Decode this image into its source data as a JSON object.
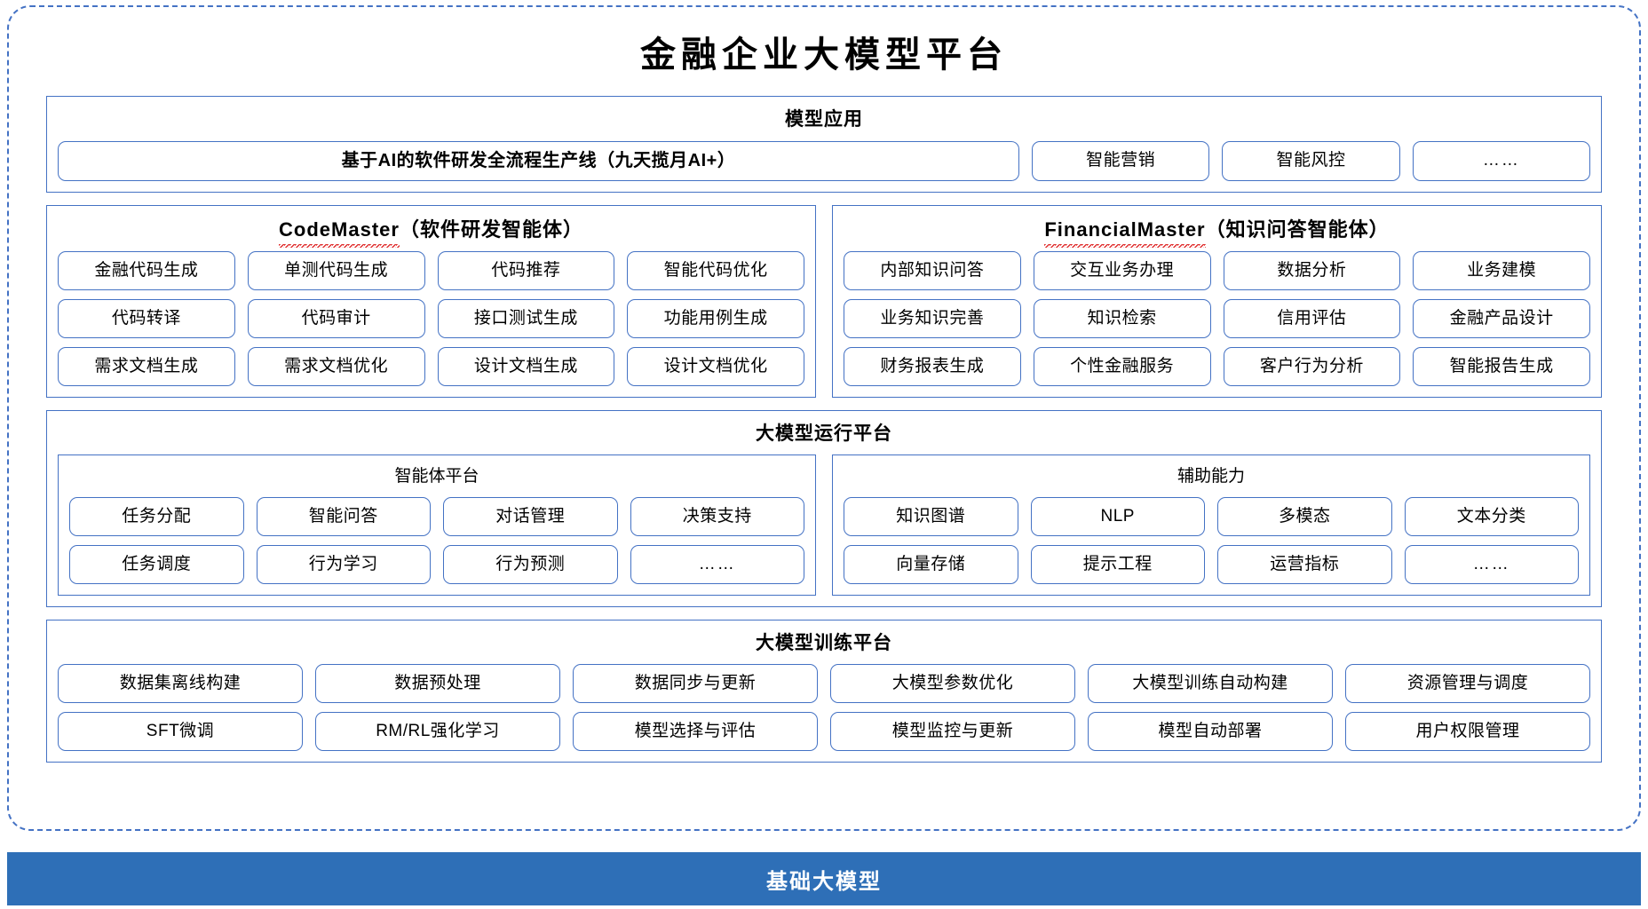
{
  "title": "金融企业大模型平台",
  "model_application": {
    "title": "模型应用",
    "items": [
      "基于AI的软件研发全流程生产线（九天揽月AI+）",
      "智能营销",
      "智能风控",
      "……"
    ]
  },
  "agents": [
    {
      "name_en": "CodeMaster",
      "name_cn": "（软件研发智能体）",
      "rows": [
        [
          "金融代码生成",
          "单测代码生成",
          "代码推荐",
          "智能代码优化"
        ],
        [
          "代码转译",
          "代码审计",
          "接口测试生成",
          "功能用例生成"
        ],
        [
          "需求文档生成",
          "需求文档优化",
          "设计文档生成",
          "设计文档优化"
        ]
      ]
    },
    {
      "name_en": "FinancialMaster",
      "name_cn": "（知识问答智能体）",
      "rows": [
        [
          "内部知识问答",
          "交互业务办理",
          "数据分析",
          "业务建模"
        ],
        [
          "业务知识完善",
          "知识检索",
          "信用评估",
          "金融产品设计"
        ],
        [
          "财务报表生成",
          "个性金融服务",
          "客户行为分析",
          "智能报告生成"
        ]
      ]
    }
  ],
  "runtime_platform": {
    "title": "大模型运行平台",
    "columns": [
      {
        "title": "智能体平台",
        "rows": [
          [
            "任务分配",
            "智能问答",
            "对话管理",
            "决策支持"
          ],
          [
            "任务调度",
            "行为学习",
            "行为预测",
            "……"
          ]
        ]
      },
      {
        "title": "辅助能力",
        "rows": [
          [
            "知识图谱",
            "NLP",
            "多模态",
            "文本分类"
          ],
          [
            "向量存储",
            "提示工程",
            "运营指标",
            "……"
          ]
        ]
      }
    ]
  },
  "training_platform": {
    "title": "大模型训练平台",
    "rows": [
      [
        "数据集离线构建",
        "数据预处理",
        "数据同步与更新",
        "大模型参数优化",
        "大模型训练自动构建",
        "资源管理与调度"
      ],
      [
        "SFT微调",
        "RM/RL强化学习",
        "模型选择与评估",
        "模型监控与更新",
        "模型自动部署",
        "用户权限管理"
      ]
    ]
  },
  "base_model": {
    "label": "基础大模型"
  },
  "colors": {
    "border_blue": "#4472c4",
    "base_bar_blue": "#2e6fb7",
    "spell_error_red": "#e03030"
  }
}
